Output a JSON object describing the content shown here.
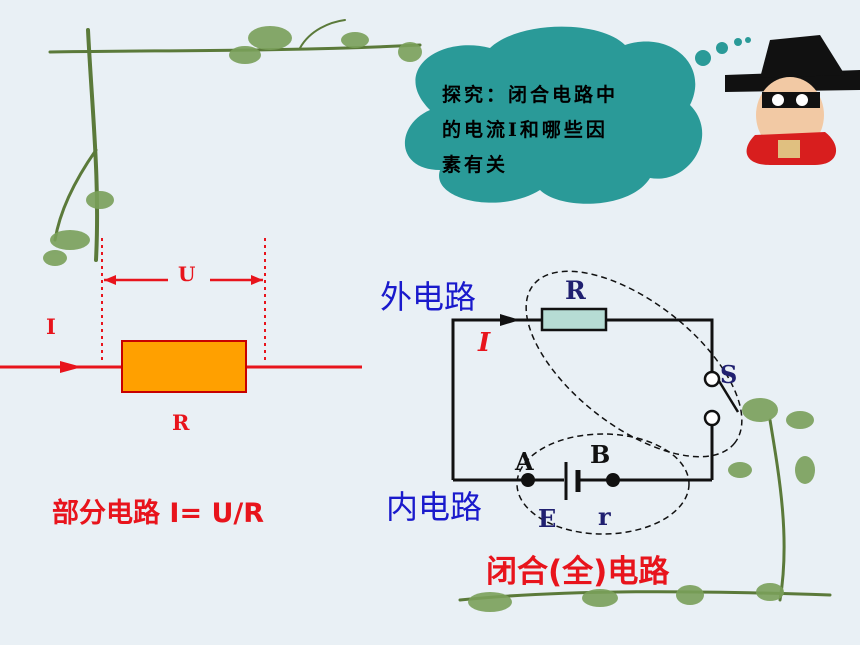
{
  "thought_bubble": {
    "lines": [
      "探究：闭合电路中",
      "的电流I和哪些因",
      "素有关"
    ],
    "color": "#2a9a98"
  },
  "partial_circuit": {
    "voltage_label": "U",
    "current_label": "I",
    "resistor_label": "R",
    "formula": "部分电路 I= U/R",
    "resistor_color": "#ffa000",
    "wire_color": "#e8141c"
  },
  "full_circuit": {
    "outer_label": "外电路",
    "inner_label": "内电路",
    "current_label": "I",
    "resistor_label": "R",
    "switch_label": "S",
    "node_a_label": "A",
    "node_b_label": "B",
    "emf_label": "E",
    "internal_resistance_label": "r",
    "title": "闭合(全)电路",
    "resistor_color": "#b6dcd4"
  },
  "icons": [
    "plant-vine-icon",
    "cartoon-character-icon"
  ]
}
